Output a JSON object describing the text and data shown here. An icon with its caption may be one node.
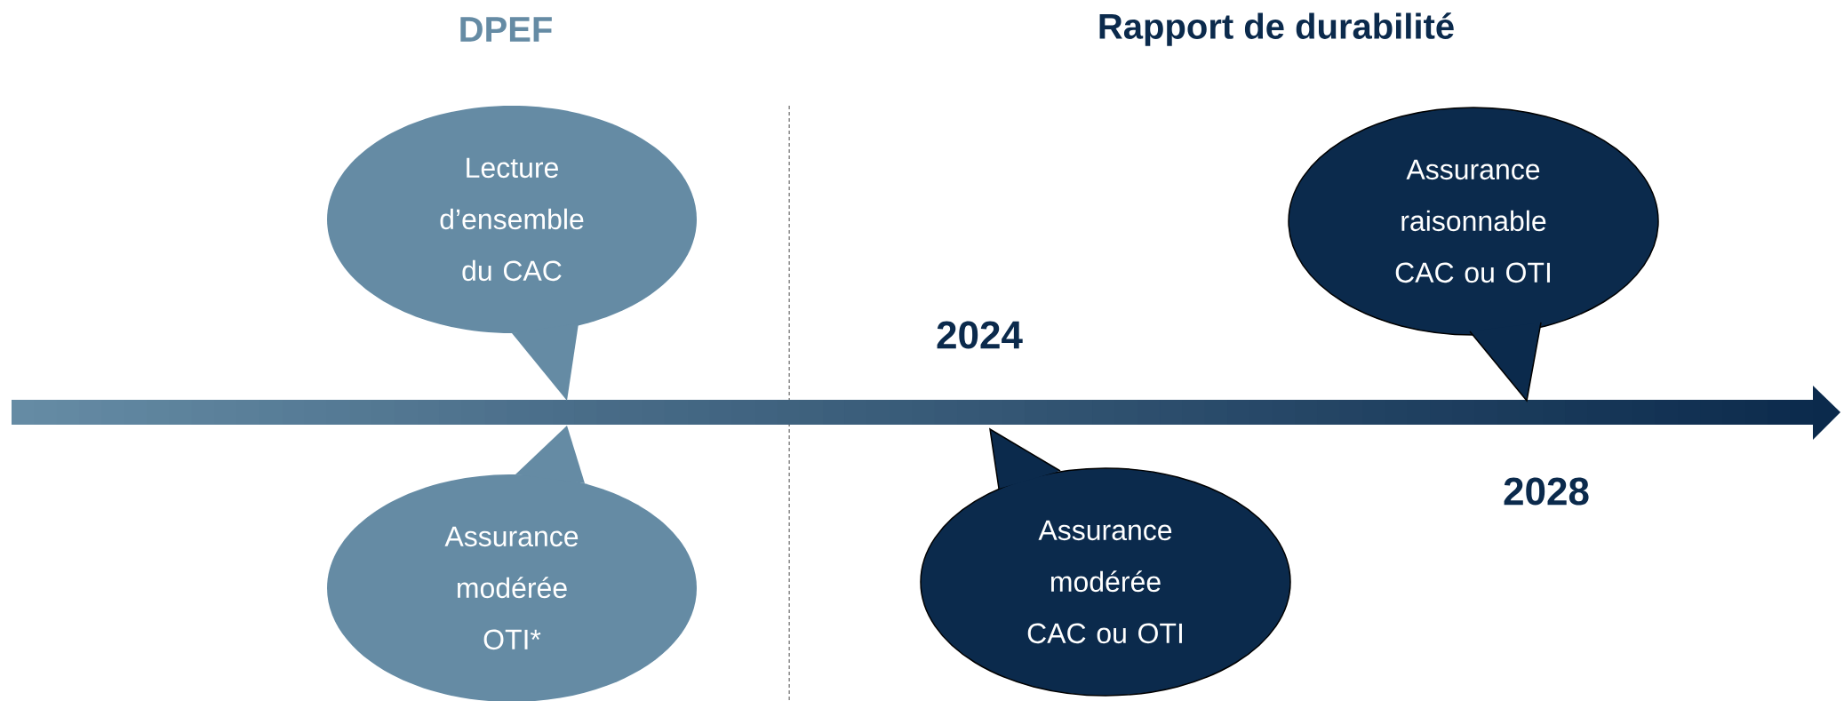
{
  "diagram": {
    "nodes": [
      {
        "text": [
          "Lecture d’ensemble du CAC"
        ]
      },
      {
        "text": [
          "Assurance modérée OTI*"
        ]
      },
      {
        "text": [
          "Assurance modérée CAC ou OTI"
        ]
      },
      {
        "text": [
          "Assurance raisonnable CAC ou OTI"
        ]
      }
    ],
    "labels": [
      "DPEF",
      "Rapport de durabilité",
      "2024",
      "2028"
    ]
  }
}
